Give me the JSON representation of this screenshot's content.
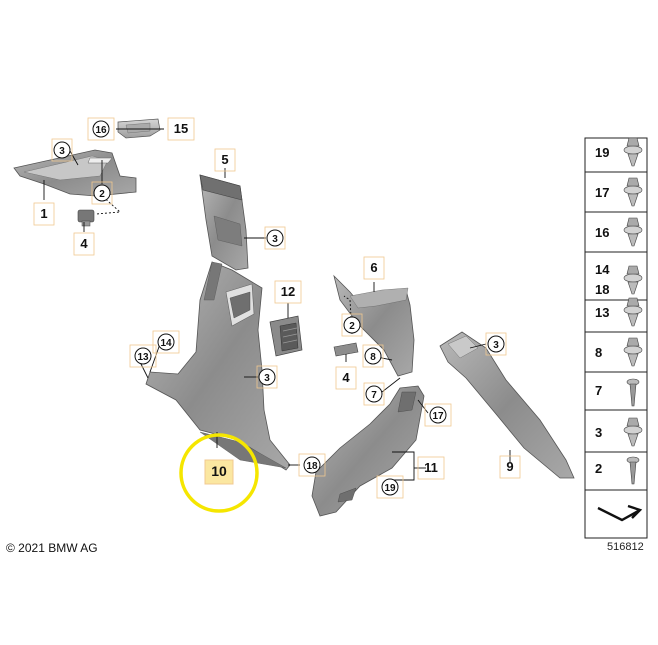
{
  "diagram": {
    "copyright": "© 2021 BMW AG",
    "diagram_code": "516812",
    "highlight_color": "#f5e600",
    "highlight_fill": "#fbe7a1",
    "label_box_color": "#f0c890",
    "part_labels": {
      "p16_top": "16",
      "p15": "15",
      "p3_tl": "3",
      "p2_tl": "2",
      "p1": "1",
      "p4_left": "4",
      "p5": "5",
      "p3_mid": "3",
      "p12": "12",
      "p14": "14",
      "p13": "13",
      "p3_pillar": "3",
      "p10": "10",
      "p18": "18",
      "p6": "6",
      "p2_mid": "2",
      "p8": "8",
      "p4_mid": "4",
      "p7": "7",
      "p17": "17",
      "p11": "11",
      "p19": "19",
      "p3_right": "3",
      "p9": "9"
    },
    "legend": [
      {
        "label": "19",
        "icon": "clip-19-icon"
      },
      {
        "label": "17",
        "icon": "clip-17-icon"
      },
      {
        "label": "16",
        "icon": "clip-16-icon"
      },
      {
        "label": "14",
        "label2": "18",
        "icon": "clip-14-18-icon"
      },
      {
        "label": "13",
        "icon": "clip-13-icon"
      },
      {
        "label": "8",
        "icon": "clip-8-icon"
      },
      {
        "label": "7",
        "icon": "screw-7-icon"
      },
      {
        "label": "3",
        "icon": "clip-3-icon"
      },
      {
        "label": "2",
        "icon": "screw-2-icon"
      }
    ]
  }
}
